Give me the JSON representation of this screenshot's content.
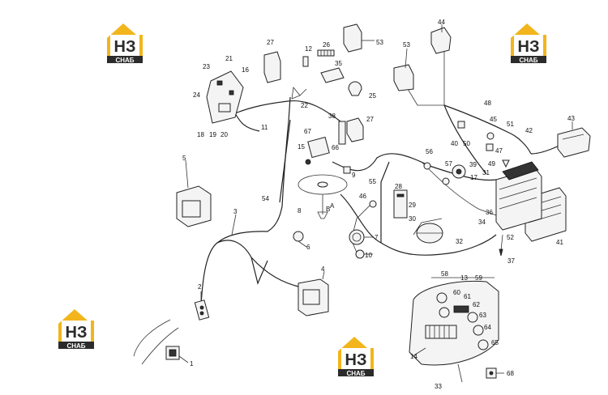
{
  "logos": [
    {
      "top": "НЗ",
      "bottom": "СНАБ"
    },
    {
      "top": "НЗ",
      "bottom": "СНАБ"
    },
    {
      "top": "НЗ",
      "bottom": "СНАБ"
    },
    {
      "top": "НЗ",
      "bottom": "СНАБ"
    }
  ],
  "colors": {
    "logo_yellow": "#F2B51C",
    "logo_dark": "#2B2B2B",
    "line": "#222222"
  },
  "labels": {
    "l1": "1",
    "l2": "2",
    "l3": "3",
    "l4": "4",
    "l5": "5",
    "l6": "6",
    "l7": "7",
    "l8": "8",
    "l9": "9",
    "l10": "10",
    "l11": "11",
    "l12": "12",
    "l13": "13",
    "l14": "14",
    "l15": "15",
    "l16": "16",
    "l17": "17",
    "l18": "18",
    "l19": "19",
    "l20": "20",
    "l21": "21",
    "l22": "22",
    "l23": "23",
    "l24": "24",
    "l25": "25",
    "l26": "26",
    "l27a": "27",
    "l27b": "27",
    "l28": "28",
    "l29": "29",
    "l30": "30",
    "l31": "31",
    "l32": "32",
    "l33": "33",
    "l34": "34",
    "l35": "35",
    "l36": "36",
    "l37": "37",
    "l38": "38",
    "l39": "39",
    "l40": "40",
    "l41": "41",
    "l42": "42",
    "l43": "43",
    "l44": "44",
    "l45": "45",
    "l46": "46",
    "l47": "47",
    "l48": "48",
    "l49": "49",
    "l50": "50",
    "l51": "51",
    "l52": "52",
    "l53a": "53",
    "l53b": "53",
    "l54": "54",
    "l55": "55",
    "l56": "56",
    "l57": "57",
    "l58": "58",
    "l59": "59",
    "l60": "60",
    "l61": "61",
    "l62": "62",
    "l63": "63",
    "l64": "64",
    "l65": "65",
    "l66": "66",
    "l67": "67",
    "l68": "68",
    "lA": "A",
    "lB": "B"
  }
}
